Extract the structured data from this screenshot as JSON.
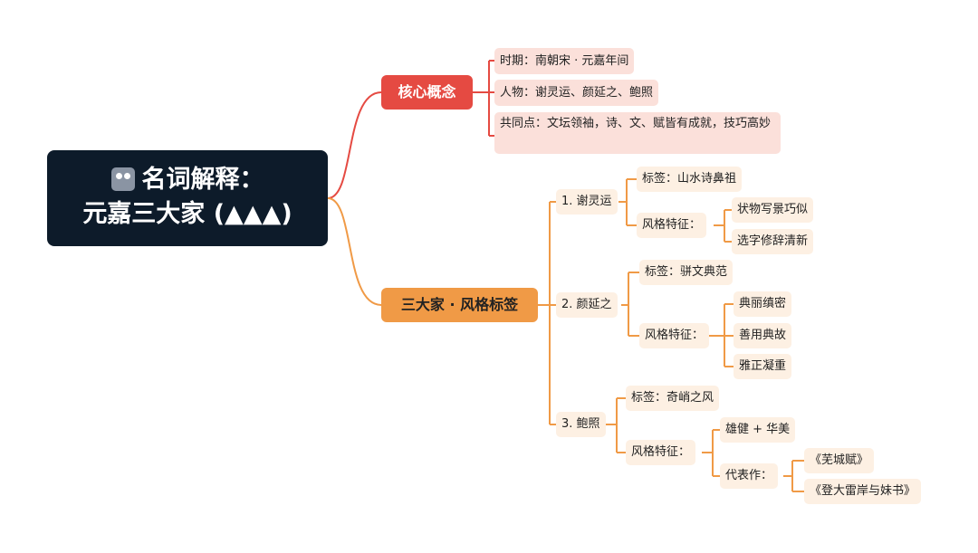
{
  "root": {
    "line1": "名词解释：",
    "line2": "元嘉三大家 (▲▲▲)",
    "icon": "people-icon"
  },
  "core": {
    "label": "核心概念",
    "period": "时期：南朝宋 · 元嘉年间",
    "people": "人物：谢灵运、颜延之、鲍照",
    "common": "共同点：文坛领袖，诗、文、赋皆有成就，技巧高妙"
  },
  "style": {
    "label": "三大家 · 风格标签",
    "xie": {
      "name": "1. 谢灵运",
      "tag": "标签：山水诗鼻祖",
      "feature_label": "风格特征：",
      "features": [
        "状物写景巧似",
        "选字修辞清新"
      ]
    },
    "yan": {
      "name": "2. 颜延之",
      "tag": "标签：骈文典范",
      "feature_label": "风格特征：",
      "features": [
        "典丽缜密",
        "善用典故",
        "雅正凝重"
      ]
    },
    "bao": {
      "name": "3. 鲍照",
      "tag": "标签：奇峭之风",
      "feature_label": "风格特征：",
      "feature1": "雄健 + 华美",
      "works_label": "代表作：",
      "works": [
        "《芜城赋》",
        "《登大雷岸与妹书》"
      ]
    }
  },
  "colors": {
    "root_bg": "#0d1b2a",
    "core": "#e54a42",
    "style": "#f09a46",
    "core_leaf": "#fbe0da",
    "style_leaf": "#fdf0e3"
  }
}
